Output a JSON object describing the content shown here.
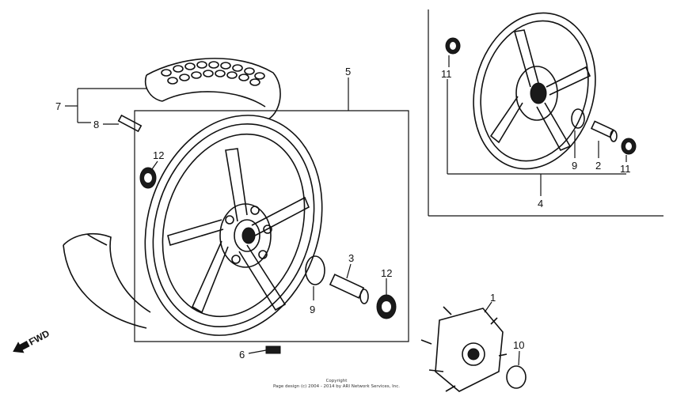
{
  "diagram": {
    "callouts": {
      "c1": "1",
      "c2": "2",
      "c3": "3",
      "c4": "4",
      "c5": "5",
      "c6": "6",
      "c7": "7",
      "c8": "8",
      "c9a": "9",
      "c9b": "9",
      "c10": "10",
      "c11a": "11",
      "c11b": "11",
      "c12a": "12",
      "c12b": "12"
    },
    "fwd_label": "FWD",
    "copyright_line1": "Copyright",
    "copyright_line2": "Page design (c) 2004 - 2014 by ARI Network Services, Inc."
  }
}
